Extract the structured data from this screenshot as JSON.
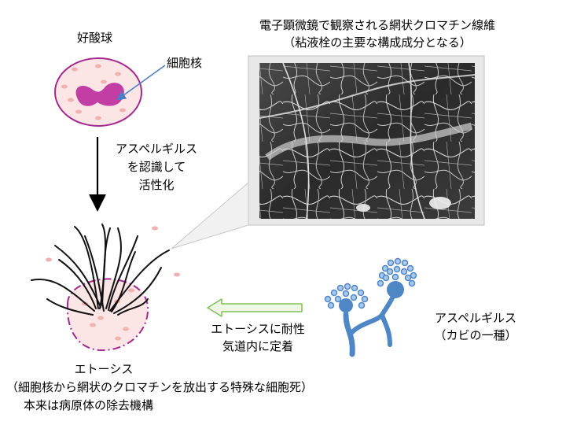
{
  "labels": {
    "neutrophil": "好酸球",
    "nucleus": "細胞核",
    "activation": [
      "アスペルギルス",
      "を認識して",
      "活性化"
    ],
    "micrograph_caption": [
      "電子顕微鏡で観察される網状クロマチン線維",
      "（粘液栓の主要な構成成分となる）"
    ],
    "etosis_name": "エトーシス",
    "etosis_desc": "（細胞核から網状のクロマチンを放出する特殊な細胞死）",
    "etosis_note": "本来は病原体の除去機構",
    "resistance": [
      "エトーシスに耐性",
      "気道内に定着"
    ],
    "aspergillus_name": "アスペルギルス",
    "aspergillus_desc": "（カビの一種）"
  },
  "icons": {
    "arrow_down": "down-arrow-icon",
    "arrow_left": "left-arrow-icon"
  },
  "colors": {
    "cell_fill": "#fbe5e5",
    "cell_stroke": "#a4298f",
    "nucleus_fill": "#c23ea5",
    "granule": "#f2b1b1",
    "nucleus_pointer": "#4a7ec2",
    "fungus_fill": "#4f86c6",
    "fungus_spore": "#a9c8ee",
    "arrow_green": "#7fbf5a",
    "arrow_green_fill": "#eef7e4"
  }
}
